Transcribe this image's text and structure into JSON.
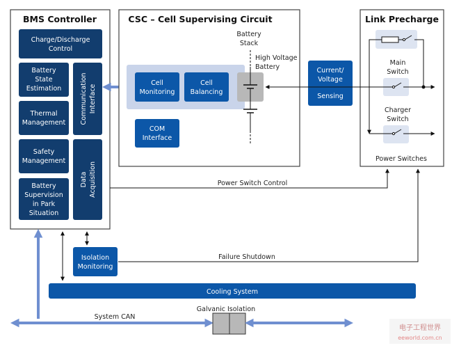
{
  "bms": {
    "title": "BMS Controller",
    "charge_discharge": [
      "Charge/Discharge",
      "Control"
    ],
    "battery_state": [
      "Battery",
      "State",
      "Estimation"
    ],
    "thermal": [
      "Thermal",
      "Management"
    ],
    "safety": [
      "Safety",
      "Management"
    ],
    "park": [
      "Battery",
      "Supervision",
      "in Park",
      "Situation"
    ],
    "comm": [
      "Communication",
      "Interface"
    ],
    "daq": [
      "Data",
      "Acquisition"
    ]
  },
  "csc": {
    "title": "CSC – Cell Supervising Circuit",
    "cell_monitoring": [
      "Cell",
      "Monitoring"
    ],
    "cell_balancing": [
      "Cell",
      "Balancing"
    ],
    "com_interface": [
      "COM",
      "Interface"
    ],
    "battery_stack": [
      "Battery",
      "Stack"
    ],
    "hv_battery": [
      "High Voltage",
      "Battery"
    ]
  },
  "sensing": {
    "top": [
      "Current/",
      "Voltage"
    ],
    "bottom": "Sensing"
  },
  "link": {
    "title": "Link Precharge",
    "main_switch": [
      "Main",
      "Switch"
    ],
    "charger_switch": [
      "Charger",
      "Switch"
    ],
    "power_switches": "Power Switches"
  },
  "signals": {
    "power_switch_control": "Power Switch Control",
    "failure_shutdown": "Failure Shutdown"
  },
  "isolation": [
    "Isolation",
    "Monitoring"
  ],
  "cooling": "Cooling System",
  "galvanic": "Galvanic Isolation",
  "system_can": "System CAN",
  "watermark": "电子工程世界 eeworld.com.cn",
  "colors": {
    "dark_blue": "#123d6e",
    "blue": "#0c57a8",
    "light_band": "#c9d4ea",
    "arrow_blue": "#6f8fd0",
    "battery_grey": "#b8b8b8"
  }
}
